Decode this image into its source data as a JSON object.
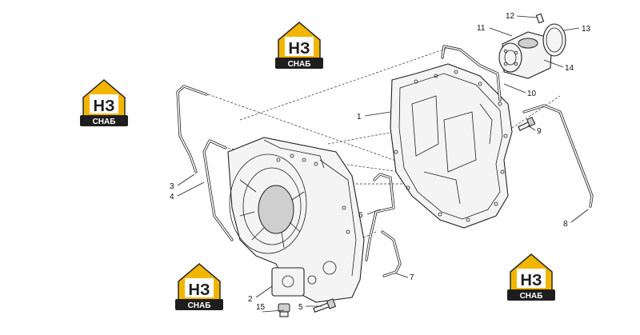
{
  "logo": {
    "text_main": "НЗ",
    "text_sub": "СНАБ",
    "colors": {
      "roof": "#f2b500",
      "roof_edge": "#2b2b2b",
      "badge": "#1e1e1e",
      "badge_text": "#ffffff",
      "letters": "#1e1e1e"
    }
  },
  "callouts": [
    "1",
    "2",
    "3",
    "4",
    "5",
    "6",
    "7",
    "8",
    "9",
    "10",
    "11",
    "12",
    "13",
    "14",
    "15"
  ]
}
